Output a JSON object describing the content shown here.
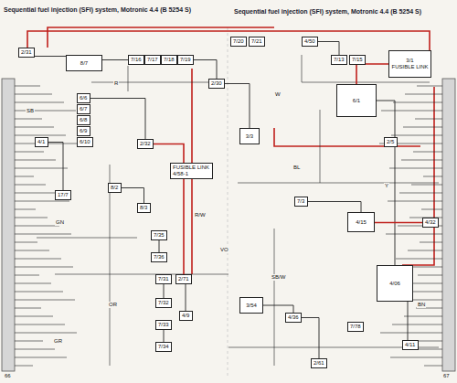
{
  "diagram": {
    "title": "Sequential fuel injection (SFI) system, Motronic 4.4 (B 5254 S)",
    "nodes": [
      {
        "text": [
          "2/31"
        ]
      },
      {
        "text": [
          "8/7"
        ]
      },
      {
        "text": [
          "7/16"
        ]
      },
      {
        "text": [
          "7/17"
        ]
      },
      {
        "text": [
          "7/18"
        ]
      },
      {
        "text": [
          "7/19"
        ]
      },
      {
        "text": [
          "7/20"
        ]
      },
      {
        "text": [
          "7/21"
        ]
      },
      {
        "text": [
          "2/30"
        ]
      },
      {
        "text": [
          "4/50"
        ]
      },
      {
        "text": [
          "7/13"
        ]
      },
      {
        "text": [
          "7/15"
        ]
      },
      {
        "text": [
          "3/1",
          "FUSIBLE LINK"
        ]
      },
      {
        "text": [
          "6/6"
        ]
      },
      {
        "text": [
          "6/7"
        ]
      },
      {
        "text": [
          "6/8"
        ]
      },
      {
        "text": [
          "6/9"
        ]
      },
      {
        "text": [
          "6/10"
        ]
      },
      {
        "text": [
          "2/32"
        ]
      },
      {
        "text": [
          "FUSIBLE LINK",
          "4/58-1"
        ]
      },
      {
        "text": [
          "4/1"
        ]
      },
      {
        "text": [
          "17/7"
        ]
      },
      {
        "text": [
          "8/2"
        ]
      },
      {
        "text": [
          "8/3"
        ]
      },
      {
        "text": [
          "7/35"
        ]
      },
      {
        "text": [
          "7/36"
        ]
      },
      {
        "text": [
          "7/31"
        ]
      },
      {
        "text": [
          "7/32"
        ]
      },
      {
        "text": [
          "7/33"
        ]
      },
      {
        "text": [
          "7/34"
        ]
      },
      {
        "text": [
          "2/71"
        ]
      },
      {
        "text": [
          "4/9"
        ]
      },
      {
        "text": [
          "3/3"
        ]
      },
      {
        "text": [
          "6/1"
        ]
      },
      {
        "text": [
          "2/5"
        ]
      },
      {
        "text": [
          "7/3"
        ]
      },
      {
        "text": [
          "4/15"
        ]
      },
      {
        "text": [
          "4/32"
        ]
      },
      {
        "text": [
          "4/06"
        ]
      },
      {
        "text": [
          "3/54"
        ]
      },
      {
        "text": [
          "4/36"
        ]
      },
      {
        "text": [
          "7/78"
        ]
      },
      {
        "text": [
          "4/11"
        ]
      },
      {
        "text": [
          "2/61"
        ]
      }
    ],
    "edges": [
      {
        "from": 0,
        "to": 1,
        "arrow": "none"
      },
      {
        "from": 1,
        "to": 2,
        "arrow": "none"
      },
      {
        "from": 5,
        "to": 8,
        "arrow": "none"
      },
      {
        "from": 8,
        "to": 32,
        "arrow": "none"
      },
      {
        "from": 12,
        "to": 33,
        "arrow": "none"
      },
      {
        "from": 9,
        "to": 10,
        "arrow": "none"
      },
      {
        "from": 18,
        "to": 30,
        "arrow": "none"
      },
      {
        "from": 30,
        "to": 31,
        "arrow": "none"
      },
      {
        "from": 33,
        "to": 38,
        "arrow": "none"
      },
      {
        "from": 35,
        "to": 36,
        "arrow": "none"
      },
      {
        "from": 36,
        "to": 37,
        "arrow": "none"
      },
      {
        "from": 38,
        "to": 42,
        "arrow": "none"
      },
      {
        "from": 39,
        "to": 40,
        "arrow": "none"
      },
      {
        "from": 40,
        "to": 43,
        "arrow": "none"
      },
      {
        "from": 20,
        "to": 21,
        "arrow": "none"
      },
      {
        "from": 22,
        "to": 23,
        "arrow": "none"
      },
      {
        "from": 24,
        "to": 25,
        "arrow": "none"
      },
      {
        "from": 26,
        "to": 27,
        "arrow": "none"
      },
      {
        "from": 28,
        "to": 29,
        "arrow": "none"
      },
      {
        "from": 13,
        "to": 18,
        "arrow": "none"
      }
    ],
    "labels": [
      "Sequential fuel injection (SFI) system, Motronic 4.4 (B 5254 S)",
      "66",
      "67",
      "SB",
      "R",
      "W",
      "GN",
      "BL",
      "Y",
      "VO",
      "R/W",
      "SB/W",
      "OR",
      "BN",
      "GR"
    ]
  }
}
